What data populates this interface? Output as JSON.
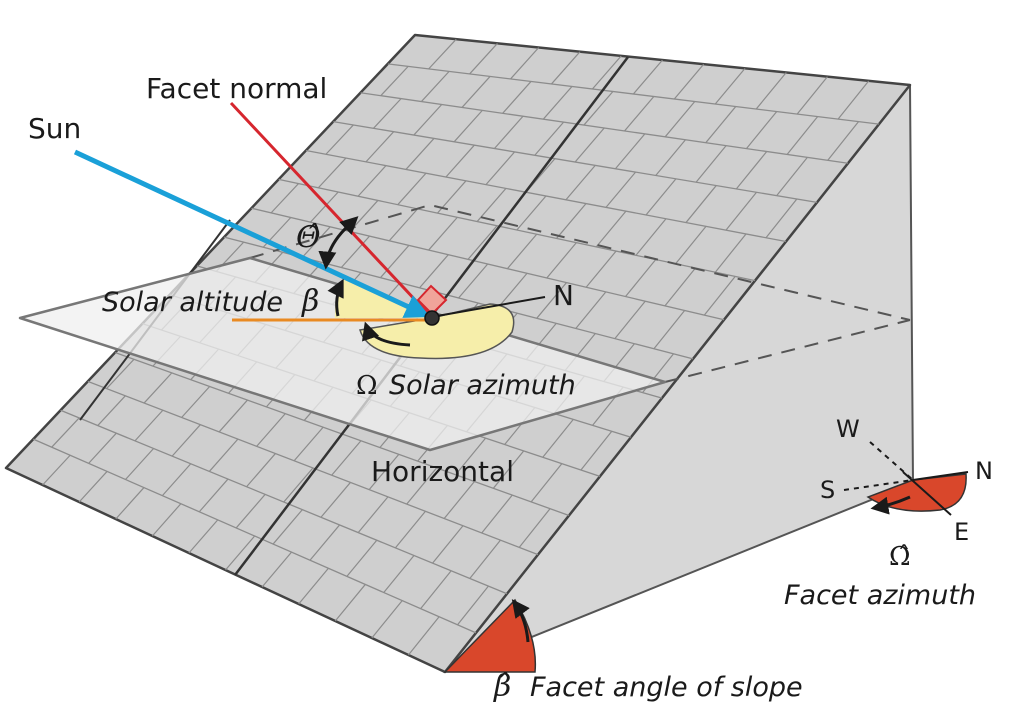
{
  "labels": {
    "sun": "Sun",
    "facet_normal": "Facet normal",
    "solar_altitude": "Solar altitude",
    "beta": "β",
    "theta_hat": "Θ̂",
    "north_top": "N",
    "omega": "Ω",
    "solar_azimuth": "Solar azimuth",
    "horizontal": "Horizontal",
    "compass_w": "W",
    "compass_s": "S",
    "compass_n": "N",
    "compass_e": "E",
    "omega_hat": "Ω̂",
    "facet_azimuth": "Facet azimuth",
    "beta_hat": "β̂",
    "facet_angle_of_slope": "Facet angle of slope"
  },
  "colors": {
    "sun_ray": "#1aa0d8",
    "facet_normal": "#d6262e",
    "horizontal_ref": "#e98a22",
    "azimuth_fill": "#f6eeaa",
    "angle_fill": "#d9472b",
    "roof_face": "#cfcfcf",
    "roof_side": "#d7d7d7",
    "plane_fill": "#ececec"
  }
}
